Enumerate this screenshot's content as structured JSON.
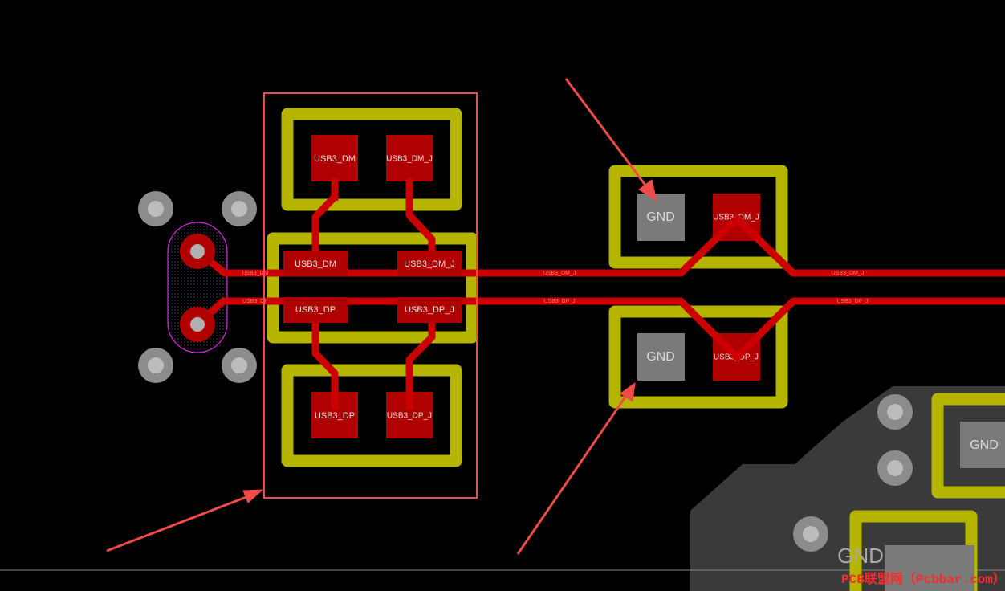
{
  "colors": {
    "background": "#000000",
    "silkscreen": "#b5b500",
    "pad_red": "#b00000",
    "trace_red": "#cc0000",
    "gnd_pad": "#7a7a7a",
    "via_gray": "#8c8c8c",
    "annotation_red": "#ef4b4b",
    "keepout_magenta": "#e020e0",
    "copper_pour": "#3a3a3a"
  },
  "pads": {
    "tvs_top_dm": "USB3_DM",
    "tvs_top_dm_j": "USB3_DM_J",
    "conn_dm": "USB3_DM",
    "conn_dm_j": "USB3_DM_J",
    "conn_dp": "USB3_DP",
    "conn_dp_j": "USB3_DP_J",
    "tvs_bot_dp": "USB3_DP",
    "tvs_bot_dp_j": "USB3_DP_J",
    "right_top_gnd": "GND",
    "right_top_dm_j": "USB3_DM_J",
    "right_bot_gnd": "GND",
    "right_bot_dp_j": "USB3_DP_J",
    "corner_gnd_1": "GND",
    "corner_gnd_2": "GND"
  },
  "trace_labels": {
    "dm_left": "USB3_DM",
    "dp_left": "USB3_DP",
    "dm_mid": "USB3_DM_J",
    "dp_mid": "USB3_DP_J",
    "dm_right": "USB3_DM_J",
    "dp_right": "USB3_DP_J"
  },
  "watermark": "PCB联盟网（Pcbbar.com）"
}
